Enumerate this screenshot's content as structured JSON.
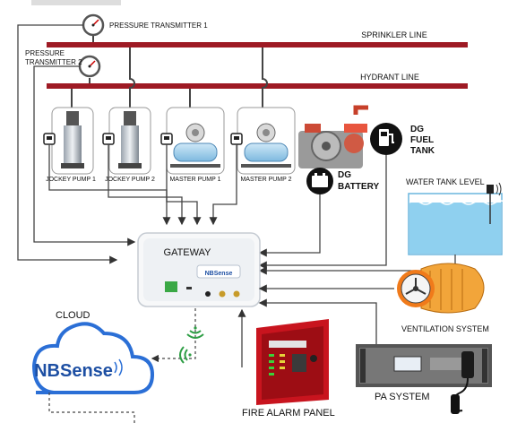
{
  "labels": {
    "pressure_transmitter_1": "PRESSURE TRANSMITTER 1",
    "pressure_transmitter_2_line1": "PRESSURE",
    "pressure_transmitter_2_line2": "TRANSMITTER 2",
    "sprinkler_line": "SPRINKLER LINE",
    "hydrant_line": "HYDRANT LINE",
    "jockey_pump_1": "JOCKEY PUMP 1",
    "jockey_pump_2": "JOCKEY PUMP 2",
    "master_pump_1": "MASTER PUMP 1",
    "master_pump_2": "MASTER PUMP 2",
    "dg_battery_line1": "DG",
    "dg_battery_line2": "BATTERY",
    "dg_fuel_tank_line1": "DG",
    "dg_fuel_tank_line2": "FUEL",
    "dg_fuel_tank_line3": "TANK",
    "water_tank_level": "WATER TANK LEVEL",
    "gateway": "GATEWAY",
    "gateway_logo": "NBSense",
    "cloud": "CLOUD",
    "cloud_logo": "NBSense",
    "ventilation_system": "VENTILATION SYSTEM",
    "pa_system": "PA SYSTEM",
    "fire_alarm_panel": "FIRE ALARM PANEL"
  },
  "colors": {
    "pipe": "#9e1a24",
    "wire": "#444444",
    "tank_water": "#8fd0ef",
    "cloud_outline": "#2b6fd6",
    "logo_blue": "#1d4fa3",
    "alarm_red": "#c8141e",
    "fan_orange": "#f07a1a"
  }
}
